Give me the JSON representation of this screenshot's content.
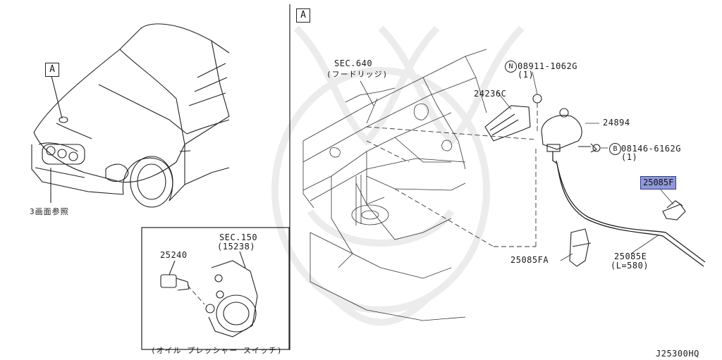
{
  "diagram": {
    "left_panel": {
      "callout_a": "A",
      "reference_note": "3画面参照"
    },
    "inset": {
      "sec_label": "SEC.150",
      "sec_sub": "(15238)",
      "part_25240": "25240",
      "caption": "(オイル プレッシャー スイッチ)"
    },
    "right_panel": {
      "view_label": "A",
      "sec_640": "SEC.640",
      "sec_640_sub": "(フードリッジ)",
      "part_24236c": "24236C",
      "nut_symbol": "N",
      "nut_part": "08911-1062G",
      "nut_qty": "(1)",
      "part_24894": "24894",
      "bolt_symbol": "B",
      "bolt_part": "08146-6162G",
      "bolt_qty": "(1)",
      "part_25085f": "25085F",
      "part_25085e": "25085E",
      "length": "(L=580)",
      "part_25085fa": "25085FA"
    },
    "diagram_code": "J25300HQ"
  }
}
